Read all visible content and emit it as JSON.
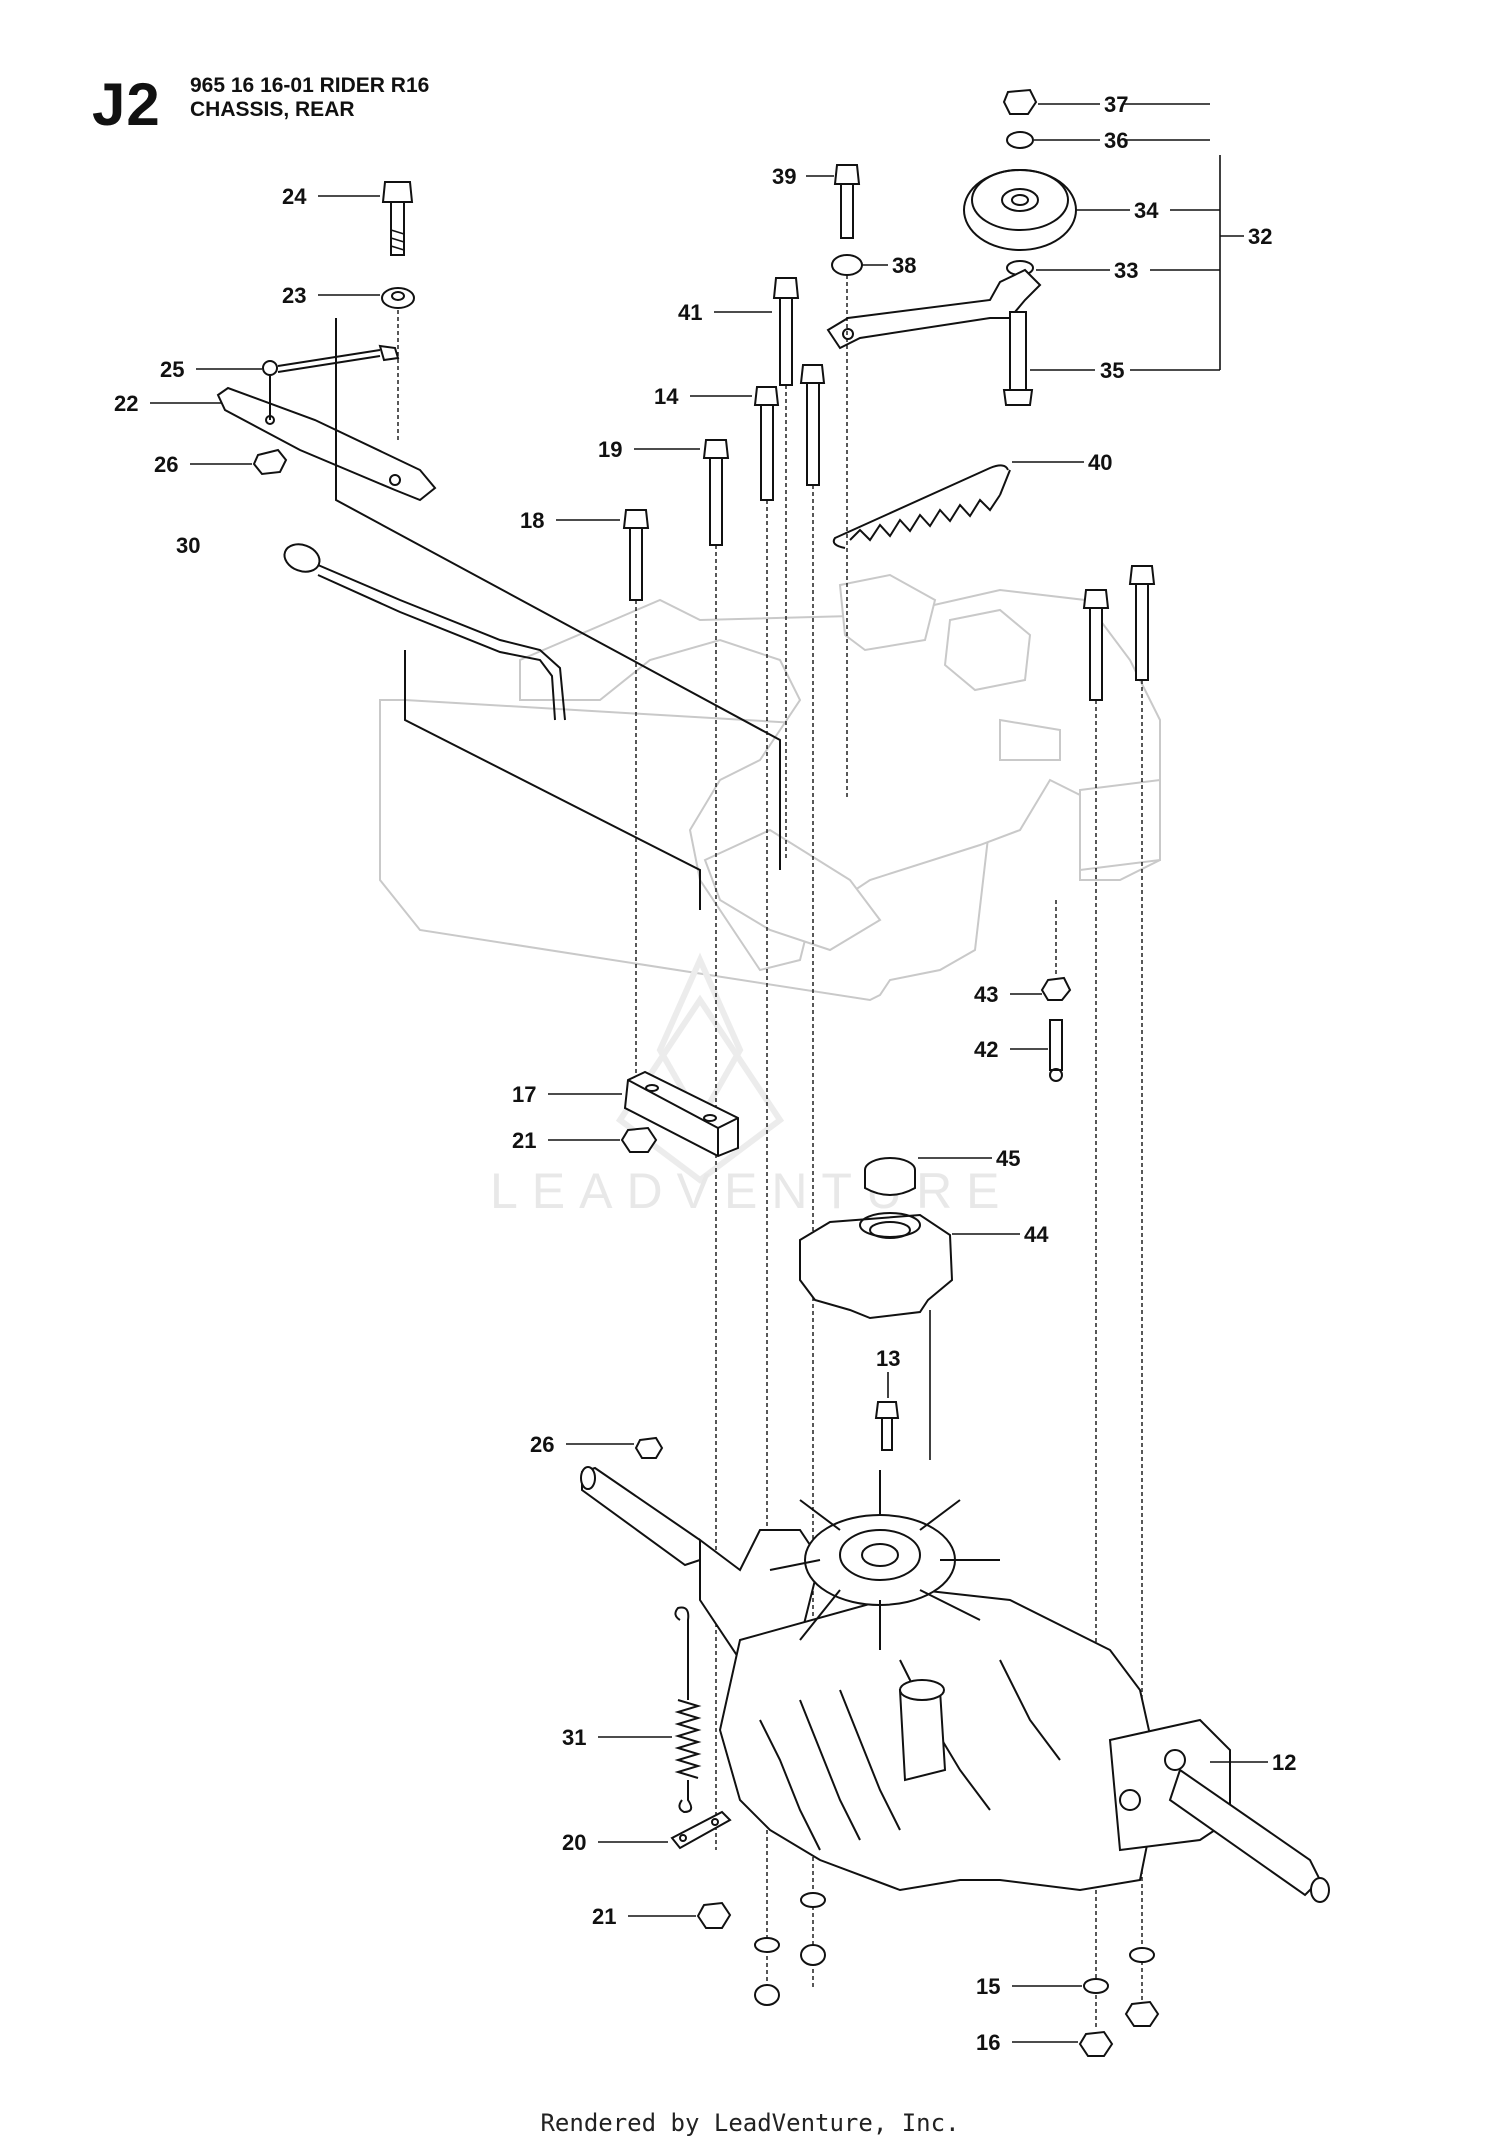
{
  "header": {
    "diagram_code": "J2",
    "model_line": "965 16 16-01 RIDER R16",
    "section_line": "CHASSIS, REAR"
  },
  "watermark": {
    "text": "LEADVENTURE"
  },
  "footer": {
    "text": "Rendered by LeadVenture, Inc."
  },
  "callouts": [
    {
      "id": "c37",
      "label": "37"
    },
    {
      "id": "c36",
      "label": "36"
    },
    {
      "id": "c34",
      "label": "34"
    },
    {
      "id": "c32",
      "label": "32"
    },
    {
      "id": "c33",
      "label": "33"
    },
    {
      "id": "c35",
      "label": "35"
    },
    {
      "id": "c40",
      "label": "40"
    },
    {
      "id": "c39",
      "label": "39"
    },
    {
      "id": "c38",
      "label": "38"
    },
    {
      "id": "c41",
      "label": "41"
    },
    {
      "id": "c14",
      "label": "14"
    },
    {
      "id": "c19",
      "label": "19"
    },
    {
      "id": "c18",
      "label": "18"
    },
    {
      "id": "c24",
      "label": "24"
    },
    {
      "id": "c23",
      "label": "23"
    },
    {
      "id": "c25",
      "label": "25"
    },
    {
      "id": "c22",
      "label": "22"
    },
    {
      "id": "c26a",
      "label": "26"
    },
    {
      "id": "c30",
      "label": "30"
    },
    {
      "id": "c43",
      "label": "43"
    },
    {
      "id": "c42",
      "label": "42"
    },
    {
      "id": "c17",
      "label": "17"
    },
    {
      "id": "c21a",
      "label": "21"
    },
    {
      "id": "c45",
      "label": "45"
    },
    {
      "id": "c44",
      "label": "44"
    },
    {
      "id": "c13",
      "label": "13"
    },
    {
      "id": "c26b",
      "label": "26"
    },
    {
      "id": "c31",
      "label": "31"
    },
    {
      "id": "c12",
      "label": "12"
    },
    {
      "id": "c20",
      "label": "20"
    },
    {
      "id": "c21b",
      "label": "21"
    },
    {
      "id": "c15",
      "label": "15"
    },
    {
      "id": "c16",
      "label": "16"
    }
  ],
  "colors": {
    "line": "#111111",
    "ghost": "#c9c9c9",
    "watermark": "#e8e8e8"
  }
}
